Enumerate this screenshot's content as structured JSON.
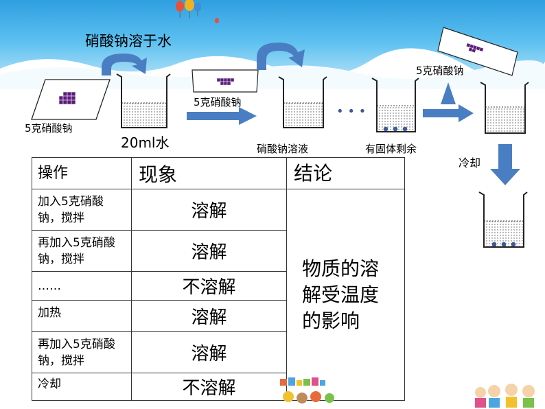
{
  "colors": {
    "arrow": "#4a7ec2",
    "crystal": "#5a1d7a",
    "table_border": "#333333"
  },
  "labels": {
    "dissolve_in_water": "硝酸钠溶于水",
    "five_g_nano3_left": "5克硝酸钠",
    "water_20ml": "20ml水",
    "five_g_nano3_mid": "5克硝酸钠",
    "solution": "硝酸钠溶液",
    "solid_remaining": "有固体剩余",
    "five_g_nano3_right": "5克硝酸钠",
    "cooling": "冷却",
    "dots": "• • •"
  },
  "table": {
    "headers": {
      "operation": "操作",
      "phenomenon": "现象",
      "conclusion": "结论"
    },
    "rows": [
      {
        "operation": "加入5克硝酸钠，搅拌",
        "phenomenon": "溶解"
      },
      {
        "operation": "再加入5克硝酸钠，搅拌",
        "phenomenon": "溶解"
      },
      {
        "operation": "……",
        "phenomenon": "不溶解"
      },
      {
        "operation": "加热",
        "phenomenon": "溶解"
      },
      {
        "operation": "再加入5克硝酸钠，搅拌",
        "phenomenon": "溶解"
      },
      {
        "operation": "冷却",
        "phenomenon": "不溶解"
      }
    ],
    "conclusion": "物质的溶解受温度的影响"
  }
}
